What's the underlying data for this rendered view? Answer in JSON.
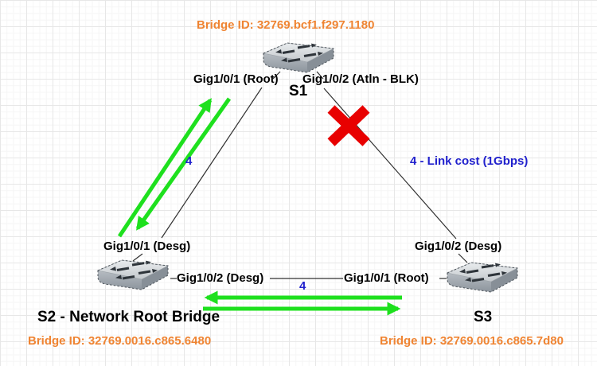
{
  "s1": {
    "bridge_id": "Bridge ID: 32769.bcf1.f297.1180",
    "name": "S1",
    "port_left": "Gig1/0/1 (Root)",
    "port_right": "Gig1/0/2 (Atln - BLK)"
  },
  "s2": {
    "name": "S2 - Network Root Bridge",
    "bridge_id": "Bridge ID: 32769.0016.c865.6480",
    "port_top": "Gig1/0/1 (Desg)",
    "port_right": "Gig1/0/2 (Desg)"
  },
  "s3": {
    "name": "S3",
    "bridge_id": "Bridge ID: 32769.0016.c865.7d80",
    "port_top": "Gig1/0/2 (Desg)",
    "port_left": "Gig1/0/1 (Root)"
  },
  "links": {
    "s1_s2_cost": "4",
    "s1_s3_cost": "4 - Link cost (1Gbps)",
    "s2_s3_cost": "4"
  },
  "colors": {
    "orange": "#ef8432",
    "blue": "#2121cd",
    "green": "#1ee01e",
    "red": "#e80000"
  }
}
